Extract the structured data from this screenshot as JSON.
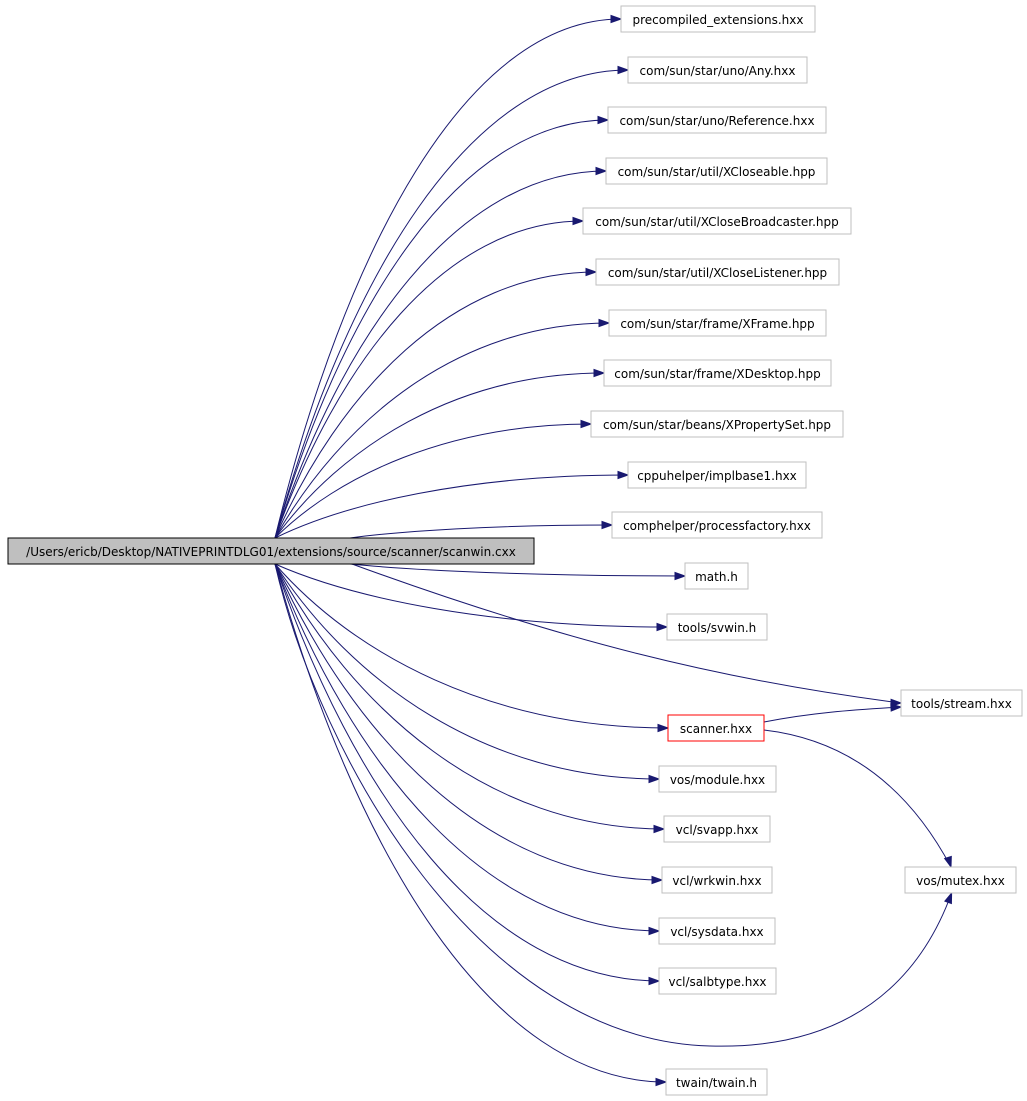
{
  "graph": {
    "colors": {
      "edge": "#191970",
      "node_border": "#bfbfbf",
      "root_fill": "#bfbfbf",
      "root_border": "#000000",
      "highlight_border": "#ff0000"
    },
    "nodes": [
      {
        "id": "root",
        "label": "/Users/ericb/Desktop/NATIVEPRINTDLG01/extensions/source/scanner/scanwin.cxx",
        "kind": "root"
      },
      {
        "id": "n1",
        "label": "precompiled_extensions.hxx",
        "kind": "file"
      },
      {
        "id": "n2",
        "label": "com/sun/star/uno/Any.hxx",
        "kind": "file"
      },
      {
        "id": "n3",
        "label": "com/sun/star/uno/Reference.hxx",
        "kind": "file"
      },
      {
        "id": "n4",
        "label": "com/sun/star/util/XCloseable.hpp",
        "kind": "file"
      },
      {
        "id": "n5",
        "label": "com/sun/star/util/XCloseBroadcaster.hpp",
        "kind": "file"
      },
      {
        "id": "n6",
        "label": "com/sun/star/util/XCloseListener.hpp",
        "kind": "file"
      },
      {
        "id": "n7",
        "label": "com/sun/star/frame/XFrame.hpp",
        "kind": "file"
      },
      {
        "id": "n8",
        "label": "com/sun/star/frame/XDesktop.hpp",
        "kind": "file"
      },
      {
        "id": "n9",
        "label": "com/sun/star/beans/XPropertySet.hpp",
        "kind": "file"
      },
      {
        "id": "n10",
        "label": "cppuhelper/implbase1.hxx",
        "kind": "file"
      },
      {
        "id": "n11",
        "label": "comphelper/processfactory.hxx",
        "kind": "file"
      },
      {
        "id": "n12",
        "label": "math.h",
        "kind": "file"
      },
      {
        "id": "n13",
        "label": "tools/svwin.h",
        "kind": "file"
      },
      {
        "id": "n14",
        "label": "tools/stream.hxx",
        "kind": "file"
      },
      {
        "id": "n15",
        "label": "scanner.hxx",
        "kind": "highlight"
      },
      {
        "id": "n16",
        "label": "vos/module.hxx",
        "kind": "file"
      },
      {
        "id": "n17",
        "label": "vcl/svapp.hxx",
        "kind": "file"
      },
      {
        "id": "n18",
        "label": "vcl/wrkwin.hxx",
        "kind": "file"
      },
      {
        "id": "n19",
        "label": "vcl/sysdata.hxx",
        "kind": "file"
      },
      {
        "id": "n20",
        "label": "vcl/salbtype.hxx",
        "kind": "file"
      },
      {
        "id": "n21",
        "label": "vos/mutex.hxx",
        "kind": "file"
      },
      {
        "id": "n22",
        "label": "twain/twain.h",
        "kind": "file"
      }
    ],
    "edges": [
      [
        "root",
        "n1"
      ],
      [
        "root",
        "n2"
      ],
      [
        "root",
        "n3"
      ],
      [
        "root",
        "n4"
      ],
      [
        "root",
        "n5"
      ],
      [
        "root",
        "n6"
      ],
      [
        "root",
        "n7"
      ],
      [
        "root",
        "n8"
      ],
      [
        "root",
        "n9"
      ],
      [
        "root",
        "n10"
      ],
      [
        "root",
        "n11"
      ],
      [
        "root",
        "n12"
      ],
      [
        "root",
        "n13"
      ],
      [
        "root",
        "n14"
      ],
      [
        "root",
        "n15"
      ],
      [
        "root",
        "n16"
      ],
      [
        "root",
        "n17"
      ],
      [
        "root",
        "n18"
      ],
      [
        "root",
        "n19"
      ],
      [
        "root",
        "n20"
      ],
      [
        "root",
        "n21"
      ],
      [
        "root",
        "n22"
      ],
      [
        "n15",
        "n14"
      ],
      [
        "n15",
        "n21"
      ]
    ]
  }
}
